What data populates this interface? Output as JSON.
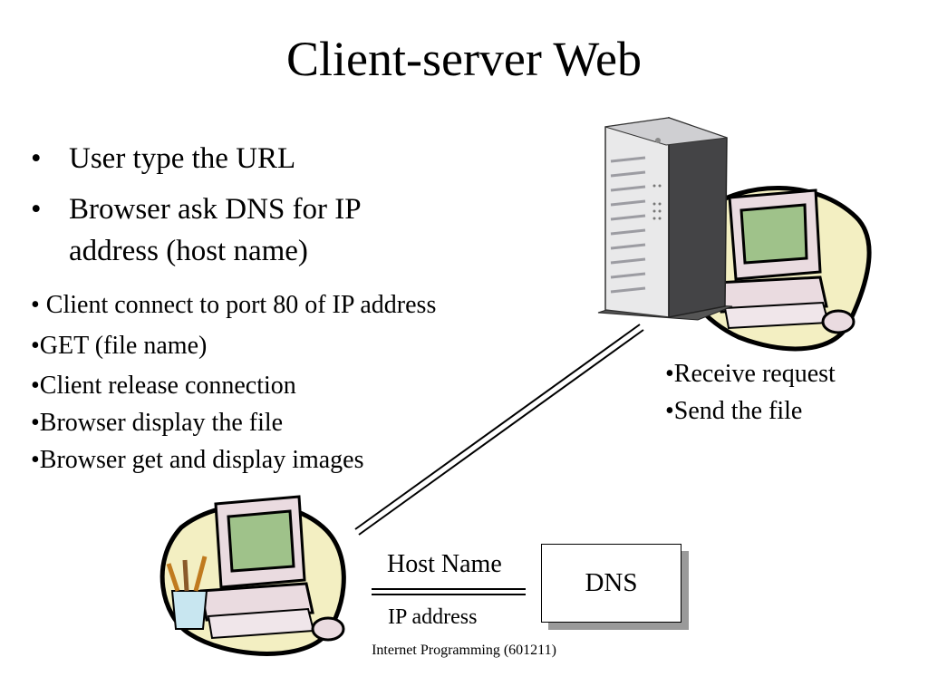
{
  "title": "Client-server Web",
  "main_bullets": [
    {
      "marker": "•",
      "lines": [
        "User type the URL"
      ]
    },
    {
      "marker": "•",
      "lines": [
        "Browser ask DNS for IP",
        "address (host name)"
      ]
    }
  ],
  "client_steps": [
    "• Client connect to port 80 of IP address",
    "•GET (file name)",
    "•Client release connection",
    "•Browser display the file",
    "•Browser get and display images"
  ],
  "server_steps": [
    "•Receive request",
    "•Send the file"
  ],
  "dns": {
    "label": "DNS",
    "request_label": "Host Name",
    "response_label": "IP address"
  },
  "footer": "Internet Programming (601211)",
  "icons": {
    "server": "server-tower-icon",
    "server_computer": "desktop-computer-icon",
    "client_computer": "desktop-computer-icon"
  },
  "colors": {
    "blob_fill": "#f3efc2",
    "screen": "#9fc28a",
    "monitor_body": "#eadbe0"
  }
}
